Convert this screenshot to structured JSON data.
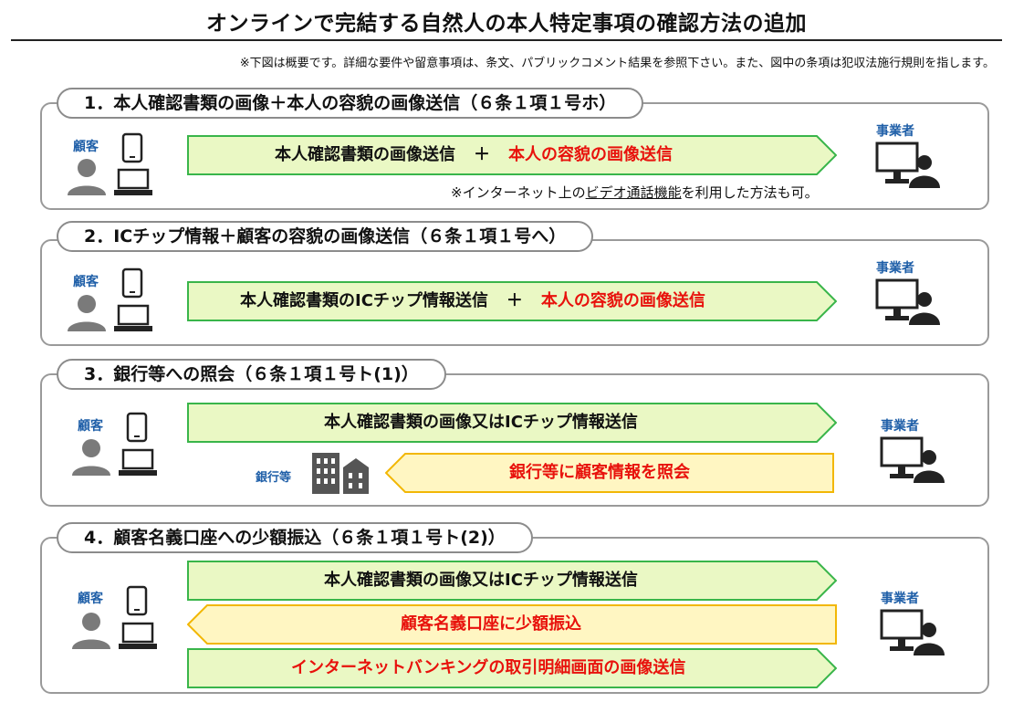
{
  "title": "オンラインで完結する自然人の本人特定事項の確認方法の追加",
  "note": "※下図は概要です。詳細な要件や留意事項は、条文、パブリックコメント結果を参照下さい。また、図中の条項は犯収法施行規則を指します。",
  "labels": {
    "customer": "顧客",
    "business": "事業者",
    "bank": "銀行等"
  },
  "methods": [
    {
      "tab": "1．本人確認書類の画像＋本人の容貌の画像送信（６条１項１号ホ）",
      "arrows": [
        {
          "direction": "right",
          "text_black": "本人確認書類の画像送信",
          "plus": "＋",
          "text_red": "本人の容貌の画像送信"
        }
      ],
      "footnote": {
        "pre": "※インターネット上の",
        "underlined": "ビデオ通話機能",
        "post": "を利用した方法も可。"
      }
    },
    {
      "tab": "2．ICチップ情報＋顧客の容貌の画像送信（６条１項１号へ）",
      "arrows": [
        {
          "direction": "right",
          "text_black": "本人確認書類のICチップ情報送信",
          "plus": "＋",
          "text_red": "本人の容貌の画像送信"
        }
      ]
    },
    {
      "tab": "3．銀行等への照会（６条１項１号ト(1)）",
      "arrows": [
        {
          "direction": "right",
          "text_black": "本人確認書類の画像又はICチップ情報送信"
        },
        {
          "direction": "left",
          "text_red": "銀行等に顧客情報を照会"
        }
      ]
    },
    {
      "tab": "4．顧客名義口座への少額振込（６条１項１号ト(2)）",
      "arrows": [
        {
          "direction": "right",
          "text_black": "本人確認書類の画像又はICチップ情報送信"
        },
        {
          "direction": "left",
          "text_red": "顧客名義口座に少額振込"
        },
        {
          "direction": "right",
          "text_red": "インターネットバンキングの取引明細画面の画像送信"
        }
      ]
    }
  ],
  "colors": {
    "green_fill": "#eaf8c4",
    "green_stroke": "#39b54a",
    "yellow_fill": "#fff6c2",
    "yellow_stroke": "#f2b705",
    "red_text": "#e8120c",
    "blue_label": "#1f5fa8",
    "icon_gray": "#7a7a7a"
  }
}
